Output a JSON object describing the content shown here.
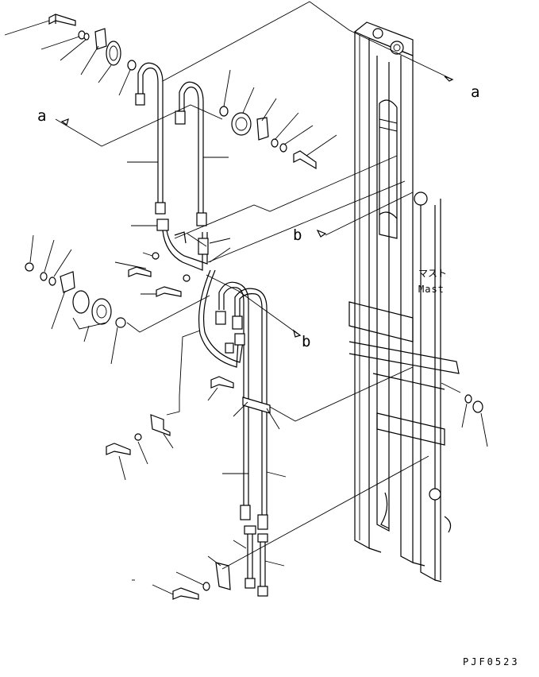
{
  "labels": {
    "ref_a": "a",
    "ref_b": "b",
    "mast_jp": "マスト",
    "mast_en": "Mast",
    "drawing_code": "PJF0523"
  }
}
